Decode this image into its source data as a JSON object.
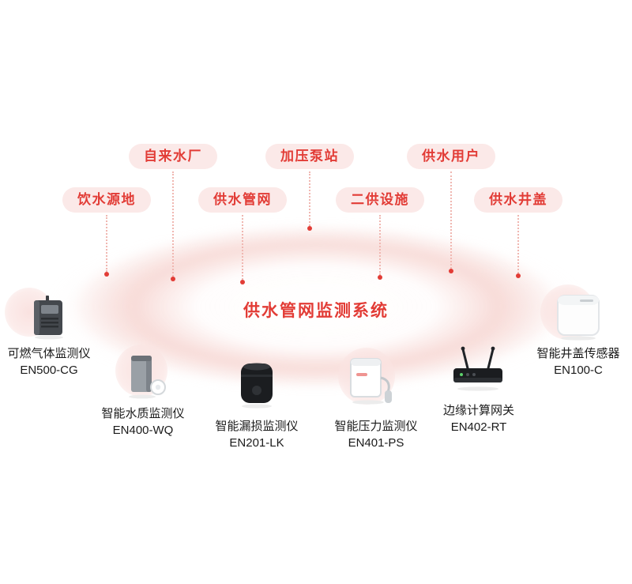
{
  "title": "供水管网监测系统",
  "scene_labels": [
    {
      "text": "饮水源地"
    },
    {
      "text": "自来水厂"
    },
    {
      "text": "供水管网"
    },
    {
      "text": "加压泵站"
    },
    {
      "text": "二供设施"
    },
    {
      "text": "供水用户"
    },
    {
      "text": "供水井盖"
    }
  ],
  "devices": [
    {
      "name": "可燃气体监测仪",
      "model": "EN500-CG",
      "icon": "gas-detector-icon"
    },
    {
      "name": "智能水质监测仪",
      "model": "EN400-WQ",
      "icon": "water-quality-monitor-icon"
    },
    {
      "name": "智能漏损监测仪",
      "model": "EN201-LK",
      "icon": "leakage-monitor-icon"
    },
    {
      "name": "智能压力监测仪",
      "model": "EN401-PS",
      "icon": "pressure-monitor-icon"
    },
    {
      "name": "边缘计算网关",
      "model": "EN402-RT",
      "icon": "edge-gateway-icon"
    },
    {
      "name": "智能井盖传感器",
      "model": "EN100-C",
      "icon": "manhole-sensor-icon"
    }
  ],
  "colors": {
    "accent": "#e23c36",
    "pill_bg": "#fbe9e8"
  }
}
